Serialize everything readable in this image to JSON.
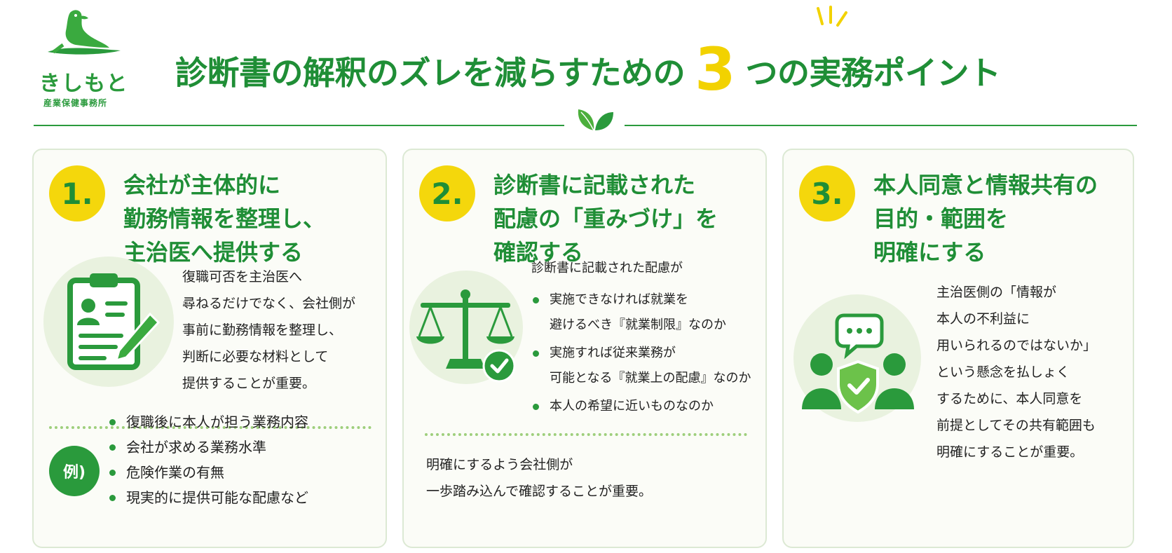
{
  "logo": {
    "name": "きしもと",
    "sub": "産業保健事務所"
  },
  "title": {
    "part1": "診断書の解釈のズレを減らすための",
    "number": "3",
    "part2": "つの実務ポイント"
  },
  "colors": {
    "green": "#2a9a3c",
    "dark_green": "#1f8e36",
    "yellow": "#f4d70c",
    "card_bg": "#fbfcf7"
  },
  "cards": [
    {
      "badge": "1.",
      "title": [
        "会社が主体的に",
        "勤務情報を整理し、",
        "主治医へ提供する"
      ],
      "icon": "clipboard-pen-icon",
      "body": [
        "復職可否を主治医へ",
        "尋ねるだけでなく、会社側が",
        "事前に勤務情報を整理し、",
        "判断に必要な材料として",
        "提供することが重要。"
      ],
      "example_label": "例)",
      "examples": [
        "復職後に本人が担う業務内容",
        "会社が求める業務水準",
        "危険作業の有無",
        "現実的に提供可能な配慮など"
      ]
    },
    {
      "badge": "2.",
      "title": [
        "診断書に記載された",
        "配慮の「重みづけ」を",
        "確認する"
      ],
      "icon": "balance-scale-check-icon",
      "intro": "診断書に記載された配慮が",
      "bullets": [
        [
          "実施できなければ就業を",
          "避けるべき『就業制限』なのか"
        ],
        [
          "実施すれば従来業務が",
          "可能となる『就業上の配慮』なのか"
        ],
        [
          "本人の希望に近いものなのか"
        ]
      ],
      "footer": [
        "明確にするよう会社側が",
        "一歩踏み込んで確認することが重要。"
      ]
    },
    {
      "badge": "3.",
      "title": [
        "本人同意と情報共有の",
        "目的・範囲を",
        "明確にする"
      ],
      "icon": "people-shield-check-icon",
      "body": [
        "主治医側の「情報が",
        "本人の不利益に",
        "用いられるのではないか」",
        "という懸念を払しょく",
        "するために、本人同意を",
        "前提としてその共有範囲も",
        "明確にすることが重要。"
      ]
    }
  ]
}
